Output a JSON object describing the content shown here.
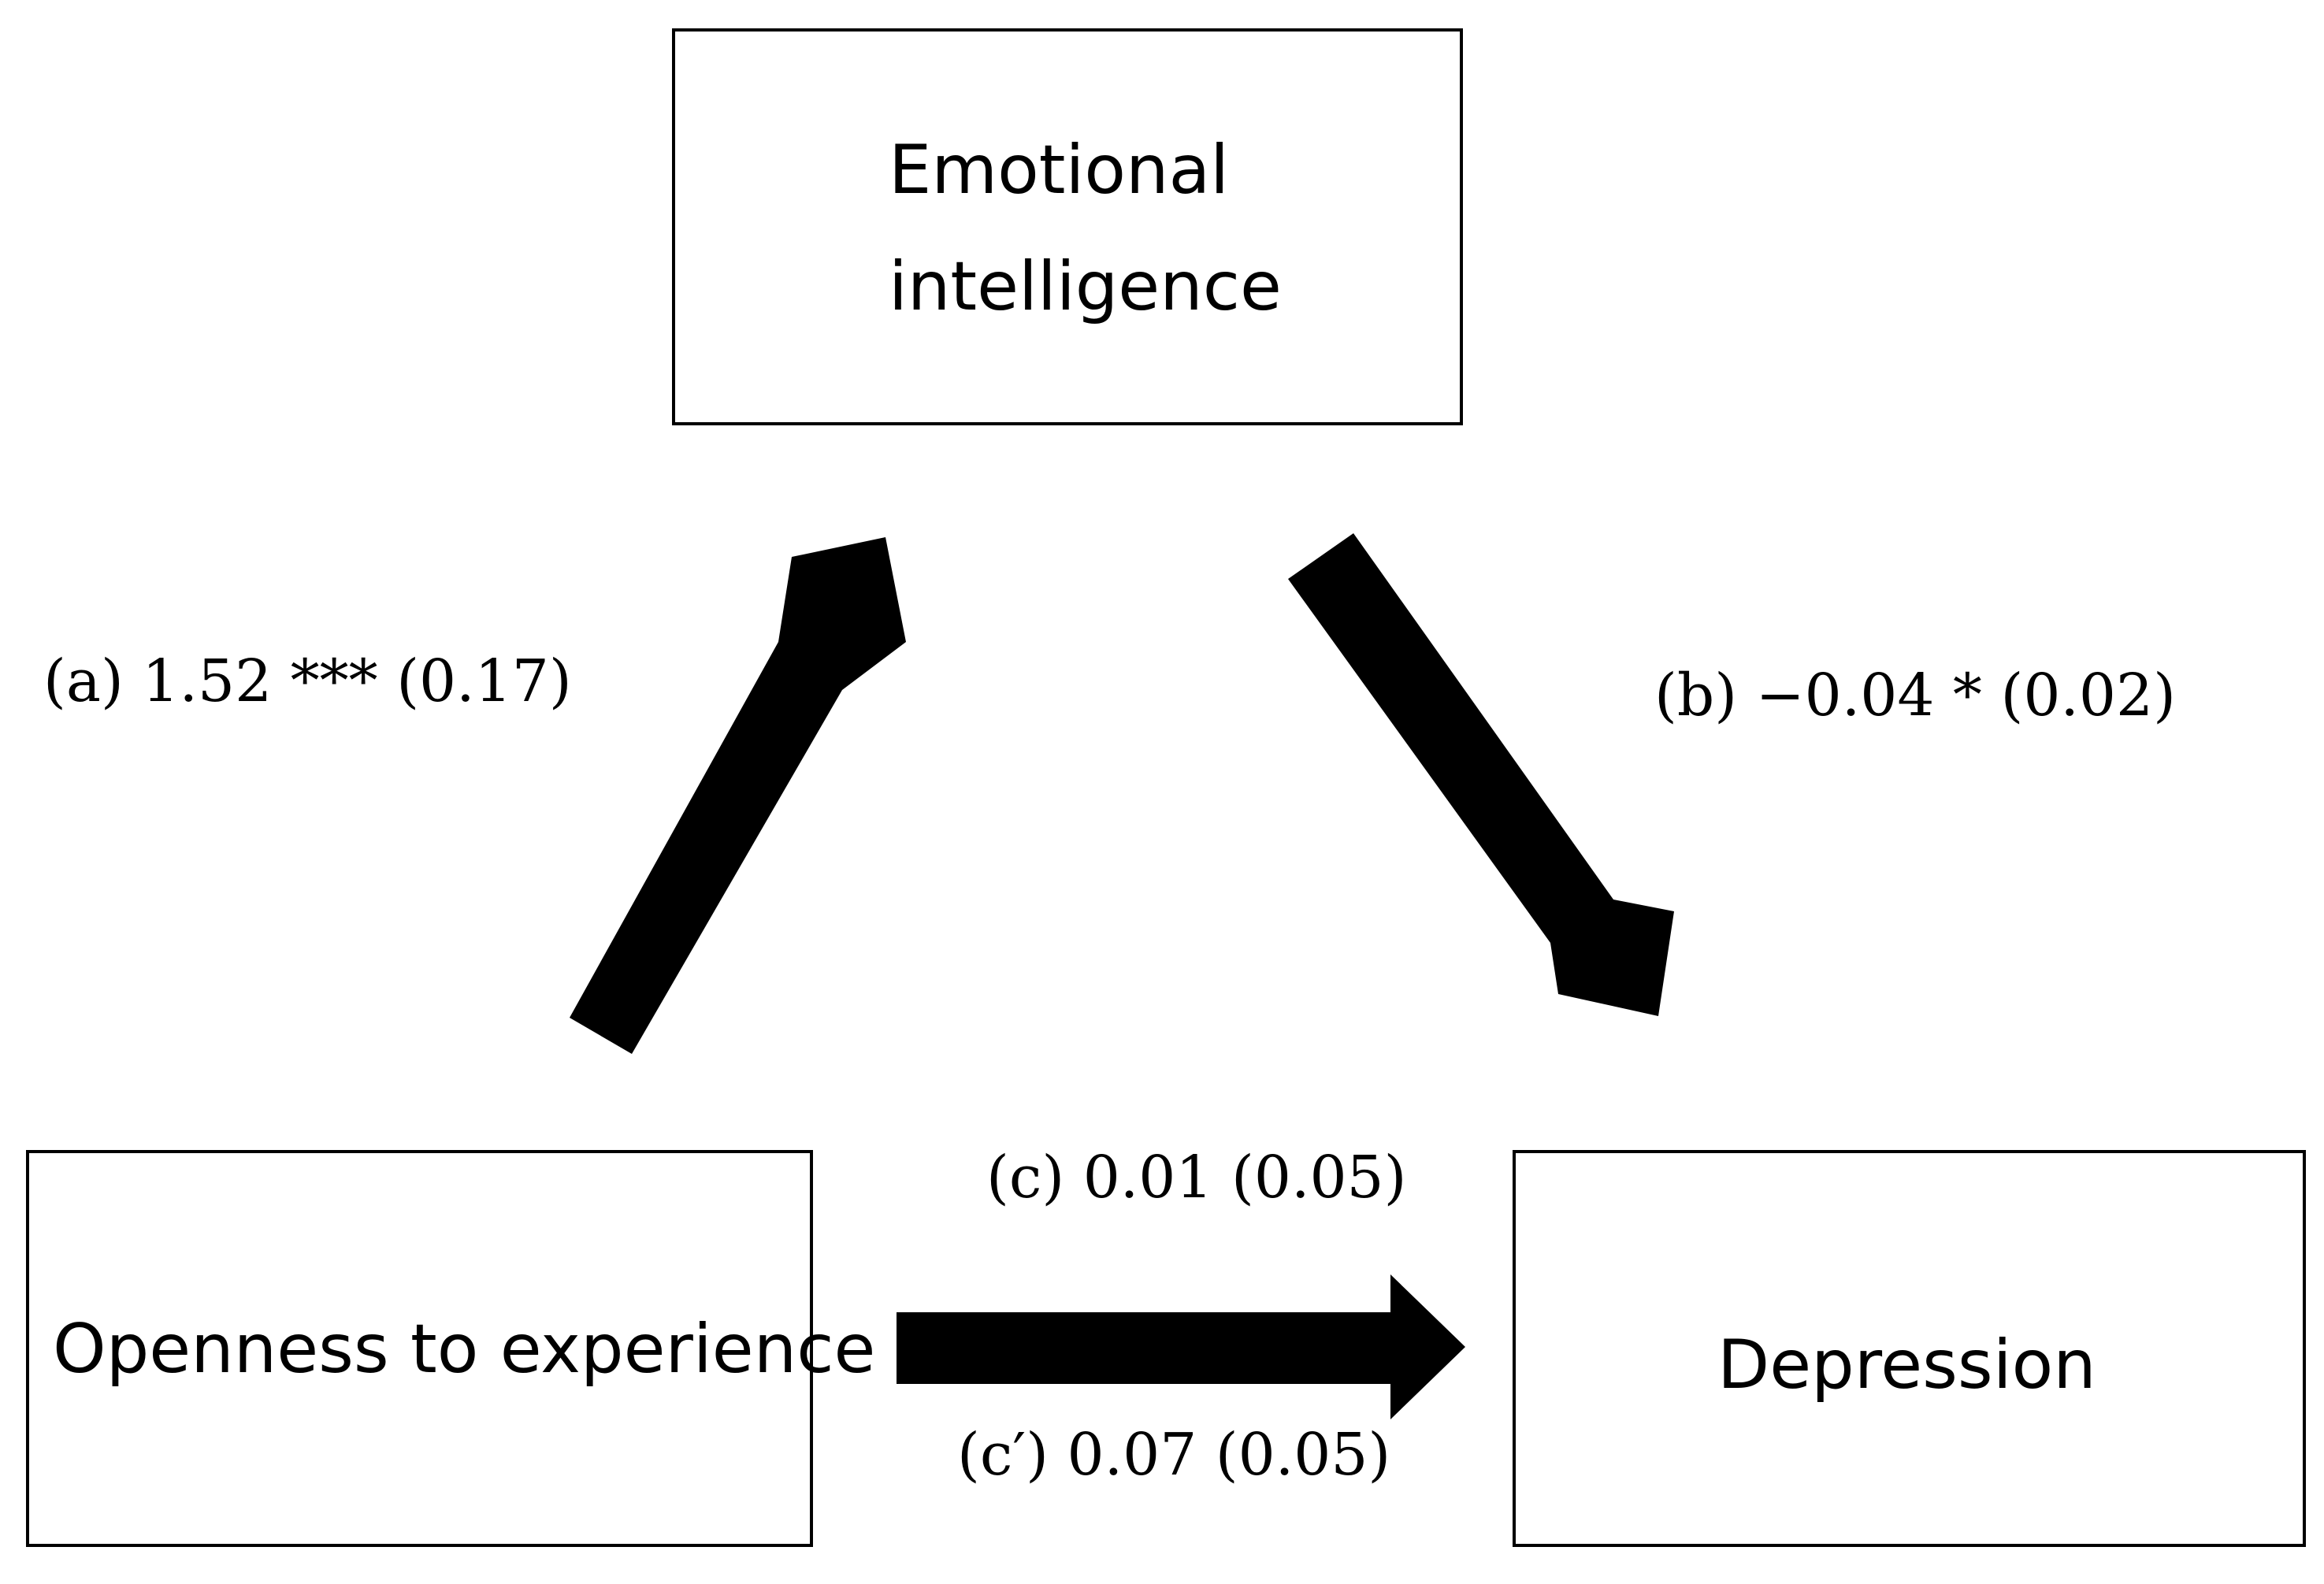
{
  "nodes": {
    "mediator": {
      "line1": "Emotional",
      "line2": "intelligence"
    },
    "predictor": {
      "label": "Openness to experience"
    },
    "outcome": {
      "label": "Depression"
    }
  },
  "paths": {
    "a": {
      "label": "(a) 1.52 *** (0.17)",
      "from": "predictor",
      "to": "mediator",
      "coefficient": 1.52,
      "significance": "***",
      "se": 0.17
    },
    "b": {
      "label": "(b) −0.04 * (0.02)",
      "from": "mediator",
      "to": "outcome",
      "coefficient": -0.04,
      "significance": "*",
      "se": 0.02
    },
    "c": {
      "label": "(c) 0.01 (0.05)",
      "from": "predictor",
      "to": "outcome",
      "coefficient": 0.01,
      "se": 0.05
    },
    "c_prime": {
      "label": "(c′) 0.07 (0.05)",
      "from": "predictor",
      "to": "outcome",
      "coefficient": 0.07,
      "se": 0.05
    }
  },
  "colors": {
    "stroke": "#000000",
    "arrow": "#000000",
    "background": "#ffffff"
  }
}
